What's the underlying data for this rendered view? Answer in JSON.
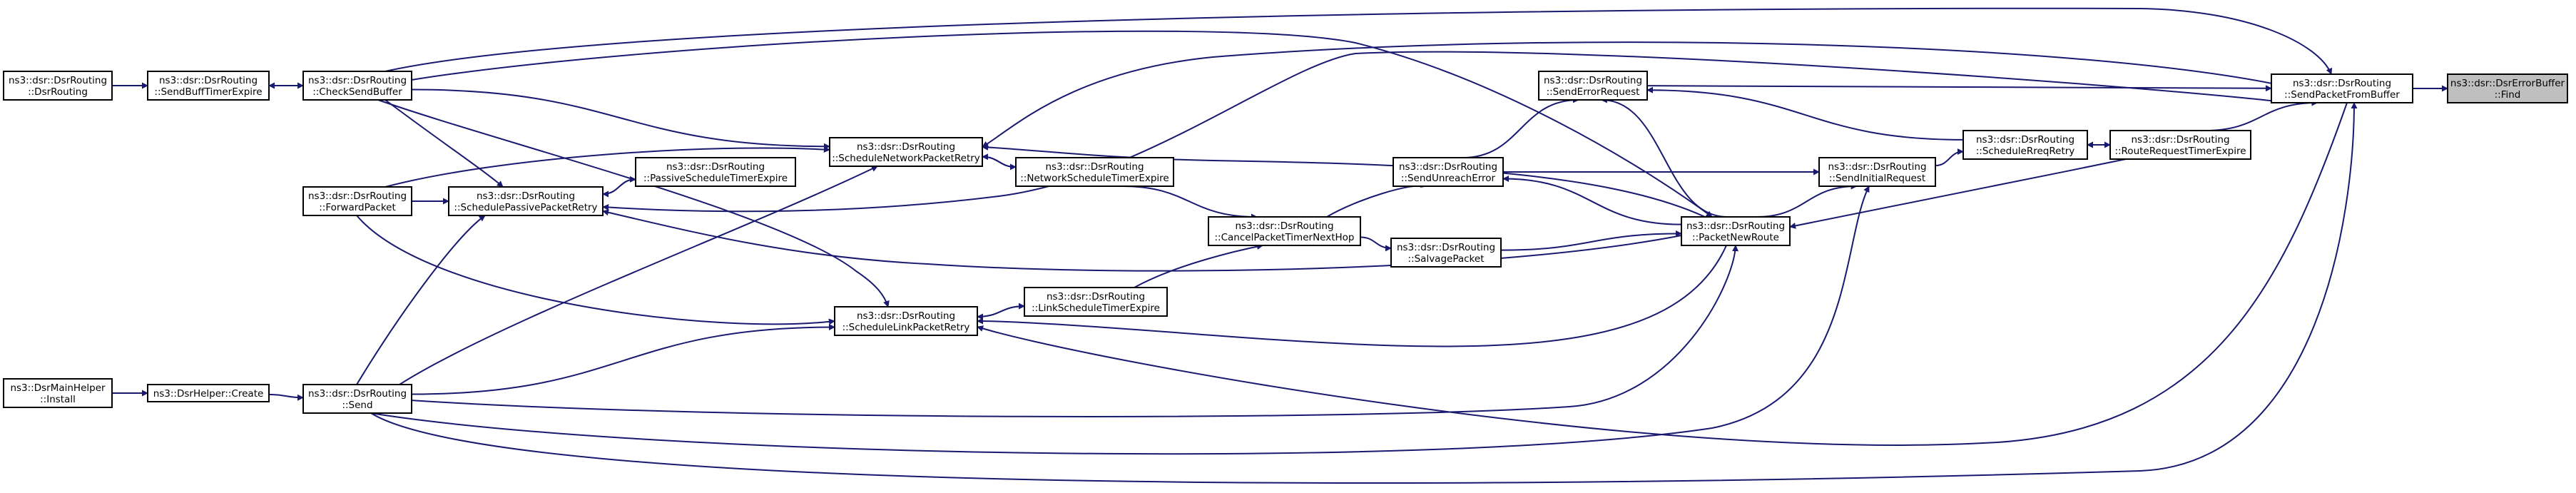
{
  "graph": {
    "type": "call-graph",
    "edge_color": "#191970",
    "focus_fill": "#bfbfbf",
    "nodes": [
      {
        "id": "find",
        "lines": [
          "ns3::dsr::DsrErrorBuffer",
          "::Find"
        ],
        "focus": true
      },
      {
        "id": "sendPacketFromBuffer",
        "lines": [
          "ns3::dsr::DsrRouting",
          "::SendPacketFromBuffer"
        ]
      },
      {
        "id": "sendErrorRequest",
        "lines": [
          "ns3::dsr::DsrRouting",
          "::SendErrorRequest"
        ]
      },
      {
        "id": "routeRequestTimerExpire",
        "lines": [
          "ns3::dsr::DsrRouting",
          "::RouteRequestTimerExpire"
        ]
      },
      {
        "id": "scheduleRreqRetry",
        "lines": [
          "ns3::dsr::DsrRouting",
          "::ScheduleRreqRetry"
        ]
      },
      {
        "id": "sendInitialRequest",
        "lines": [
          "ns3::dsr::DsrRouting",
          "::SendInitialRequest"
        ]
      },
      {
        "id": "packetNewRoute",
        "lines": [
          "ns3::dsr::DsrRouting",
          "::PacketNewRoute"
        ]
      },
      {
        "id": "sendUnreachError",
        "lines": [
          "ns3::dsr::DsrRouting",
          "::SendUnreachError"
        ]
      },
      {
        "id": "salvagePacket",
        "lines": [
          "ns3::dsr::DsrRouting",
          "::SalvagePacket"
        ]
      },
      {
        "id": "cancelPacketTimerNextHop",
        "lines": [
          "ns3::dsr::DsrRouting",
          "::CancelPacketTimerNextHop"
        ]
      },
      {
        "id": "networkScheduleTimerExpire",
        "lines": [
          "ns3::dsr::DsrRouting",
          "::NetworkScheduleTimerExpire"
        ]
      },
      {
        "id": "linkScheduleTimerExpire",
        "lines": [
          "ns3::dsr::DsrRouting",
          "::LinkScheduleTimerExpire"
        ]
      },
      {
        "id": "scheduleNetworkPacketRetry",
        "lines": [
          "ns3::dsr::DsrRouting",
          "::ScheduleNetworkPacketRetry"
        ]
      },
      {
        "id": "scheduleLinkPacketRetry",
        "lines": [
          "ns3::dsr::DsrRouting",
          "::ScheduleLinkPacketRetry"
        ]
      },
      {
        "id": "passiveScheduleTimerExpire",
        "lines": [
          "ns3::dsr::DsrRouting",
          "::PassiveScheduleTimerExpire"
        ]
      },
      {
        "id": "schedulePassivePacketRetry",
        "lines": [
          "ns3::dsr::DsrRouting",
          "::SchedulePassivePacketRetry"
        ]
      },
      {
        "id": "forwardPacket",
        "lines": [
          "ns3::dsr::DsrRouting",
          "::ForwardPacket"
        ]
      },
      {
        "id": "checkSendBuffer",
        "lines": [
          "ns3::dsr::DsrRouting",
          "::CheckSendBuffer"
        ]
      },
      {
        "id": "send",
        "lines": [
          "ns3::dsr::DsrRouting",
          "::Send"
        ]
      },
      {
        "id": "sendBuffTimerExpire",
        "lines": [
          "ns3::dsr::DsrRouting",
          "::SendBuffTimerExpire"
        ]
      },
      {
        "id": "dsrRouting",
        "lines": [
          "ns3::dsr::DsrRouting",
          "::DsrRouting"
        ]
      },
      {
        "id": "dsrHelperCreate",
        "lines": [
          "ns3::DsrHelper::Create"
        ]
      },
      {
        "id": "mainHelperInstall",
        "lines": [
          "ns3::DsrMainHelper",
          "::Install"
        ]
      }
    ],
    "edges": [
      {
        "from": "sendPacketFromBuffer",
        "to": "find"
      },
      {
        "from": "routeRequestTimerExpire",
        "to": "sendPacketFromBuffer"
      },
      {
        "from": "sendErrorRequest",
        "to": "sendPacketFromBuffer"
      },
      {
        "from": "scheduleRreqRetry",
        "to": "routeRequestTimerExpire"
      },
      {
        "from": "routeRequestTimerExpire",
        "to": "scheduleRreqRetry"
      },
      {
        "from": "sendInitialRequest",
        "to": "scheduleRreqRetry"
      },
      {
        "from": "scheduleRreqRetry",
        "to": "sendErrorRequest"
      },
      {
        "from": "packetNewRoute",
        "to": "sendInitialRequest"
      },
      {
        "from": "sendUnreachError",
        "to": "sendInitialRequest"
      },
      {
        "from": "sendUnreachError",
        "to": "sendErrorRequest"
      },
      {
        "from": "packetNewRoute",
        "to": "sendErrorRequest"
      },
      {
        "from": "routeRequestTimerExpire",
        "to": "packetNewRoute"
      },
      {
        "from": "packetNewRoute",
        "to": "sendUnreachError"
      },
      {
        "from": "salvagePacket",
        "to": "packetNewRoute"
      },
      {
        "from": "cancelPacketTimerNextHop",
        "to": "salvagePacket"
      },
      {
        "from": "cancelPacketTimerNextHop",
        "to": "sendUnreachError"
      },
      {
        "from": "networkScheduleTimerExpire",
        "to": "cancelPacketTimerNextHop"
      },
      {
        "from": "linkScheduleTimerExpire",
        "to": "cancelPacketTimerNextHop"
      },
      {
        "from": "scheduleNetworkPacketRetry",
        "to": "networkScheduleTimerExpire"
      },
      {
        "from": "networkScheduleTimerExpire",
        "to": "scheduleNetworkPacketRetry"
      },
      {
        "from": "scheduleLinkPacketRetry",
        "to": "linkScheduleTimerExpire"
      },
      {
        "from": "linkScheduleTimerExpire",
        "to": "scheduleLinkPacketRetry"
      },
      {
        "from": "packetNewRoute",
        "to": "scheduleNetworkPacketRetry"
      },
      {
        "from": "packetNewRoute",
        "to": "scheduleLinkPacketRetry"
      },
      {
        "from": "packetNewRoute",
        "to": "schedulePassivePacketRetry"
      },
      {
        "from": "sendPacketFromBuffer",
        "to": "scheduleNetworkPacketRetry"
      },
      {
        "from": "sendPacketFromBuffer",
        "to": "scheduleLinkPacketRetry"
      },
      {
        "from": "sendPacketFromBuffer",
        "to": "schedulePassivePacketRetry"
      },
      {
        "from": "schedulePassivePacketRetry",
        "to": "passiveScheduleTimerExpire"
      },
      {
        "from": "passiveScheduleTimerExpire",
        "to": "schedulePassivePacketRetry"
      },
      {
        "from": "forwardPacket",
        "to": "scheduleNetworkPacketRetry"
      },
      {
        "from": "forwardPacket",
        "to": "schedulePassivePacketRetry"
      },
      {
        "from": "forwardPacket",
        "to": "scheduleLinkPacketRetry"
      },
      {
        "from": "checkSendBuffer",
        "to": "scheduleNetworkPacketRetry"
      },
      {
        "from": "checkSendBuffer",
        "to": "schedulePassivePacketRetry"
      },
      {
        "from": "checkSendBuffer",
        "to": "scheduleLinkPacketRetry"
      },
      {
        "from": "checkSendBuffer",
        "to": "sendPacketFromBuffer"
      },
      {
        "from": "checkSendBuffer",
        "to": "packetNewRoute"
      },
      {
        "from": "sendBuffTimerExpire",
        "to": "checkSendBuffer"
      },
      {
        "from": "checkSendBuffer",
        "to": "sendBuffTimerExpire"
      },
      {
        "from": "dsrRouting",
        "to": "sendBuffTimerExpire"
      },
      {
        "from": "send",
        "to": "scheduleNetworkPacketRetry"
      },
      {
        "from": "send",
        "to": "schedulePassivePacketRetry"
      },
      {
        "from": "send",
        "to": "scheduleLinkPacketRetry"
      },
      {
        "from": "send",
        "to": "packetNewRoute"
      },
      {
        "from": "send",
        "to": "sendInitialRequest"
      },
      {
        "from": "send",
        "to": "sendPacketFromBuffer"
      },
      {
        "from": "dsrHelperCreate",
        "to": "send"
      },
      {
        "from": "mainHelperInstall",
        "to": "dsrHelperCreate"
      }
    ]
  }
}
